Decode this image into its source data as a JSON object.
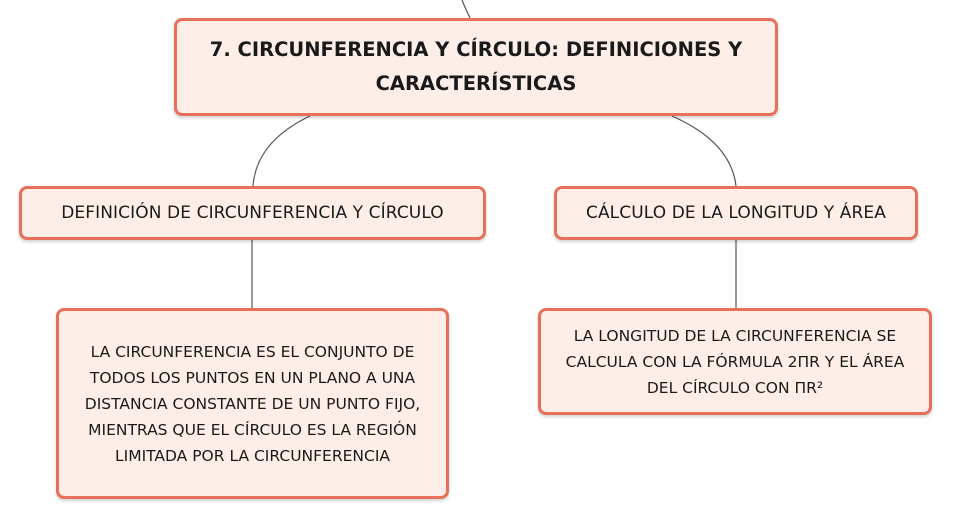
{
  "diagram": {
    "root": {
      "label": "7. CIRCUNFERENCIA Y CÍRCULO: DEFINICIONES Y CARACTERÍSTICAS"
    },
    "branches": [
      {
        "label": "DEFINICIÓN DE CIRCUNFERENCIA Y CÍRCULO",
        "detail": "LA CIRCUNFERENCIA ES EL CONJUNTO DE TODOS LOS PUNTOS EN UN PLANO A UNA DISTANCIA CONSTANTE DE UN PUNTO FIJO, MIENTRAS QUE EL CÍRCULO ES LA REGIÓN LIMITADA POR LA CIRCUNFERENCIA"
      },
      {
        "label": "CÁLCULO DE LA LONGITUD Y ÁREA",
        "detail": "LA LONGITUD DE LA CIRCUNFERENCIA SE CALCULA CON LA FÓRMULA 2ΠR Y EL ÁREA DEL CÍRCULO CON ΠR²"
      }
    ],
    "colors": {
      "border": "#e8705a",
      "fill": "#fdeee8",
      "connector": "#555555"
    }
  }
}
